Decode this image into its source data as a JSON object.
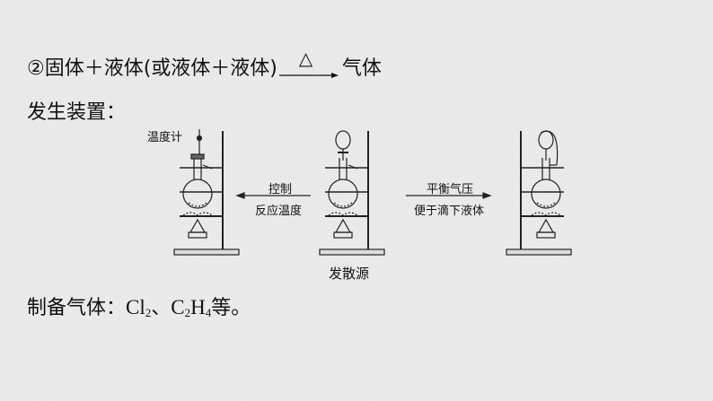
{
  "reaction": {
    "lhs": "②固体＋液体(或液体＋液体)",
    "condition": "△",
    "rhs": "气体"
  },
  "device_heading": "发生装置：",
  "figure": {
    "thermometer_label": "温度计",
    "left_arrow_line1": "控制",
    "left_arrow_line2": "反应温度",
    "right_arrow_line1": "平衡气压",
    "right_arrow_line2": "便于滴下液体",
    "center_caption": "发散源"
  },
  "gases": {
    "prefix": "制备气体：",
    "cl": "Cl",
    "cl_sub": "2",
    "sep": "、",
    "c1": "C",
    "c1_sub": "2",
    "h": "H",
    "h_sub": "4",
    "suffix": "等。"
  }
}
